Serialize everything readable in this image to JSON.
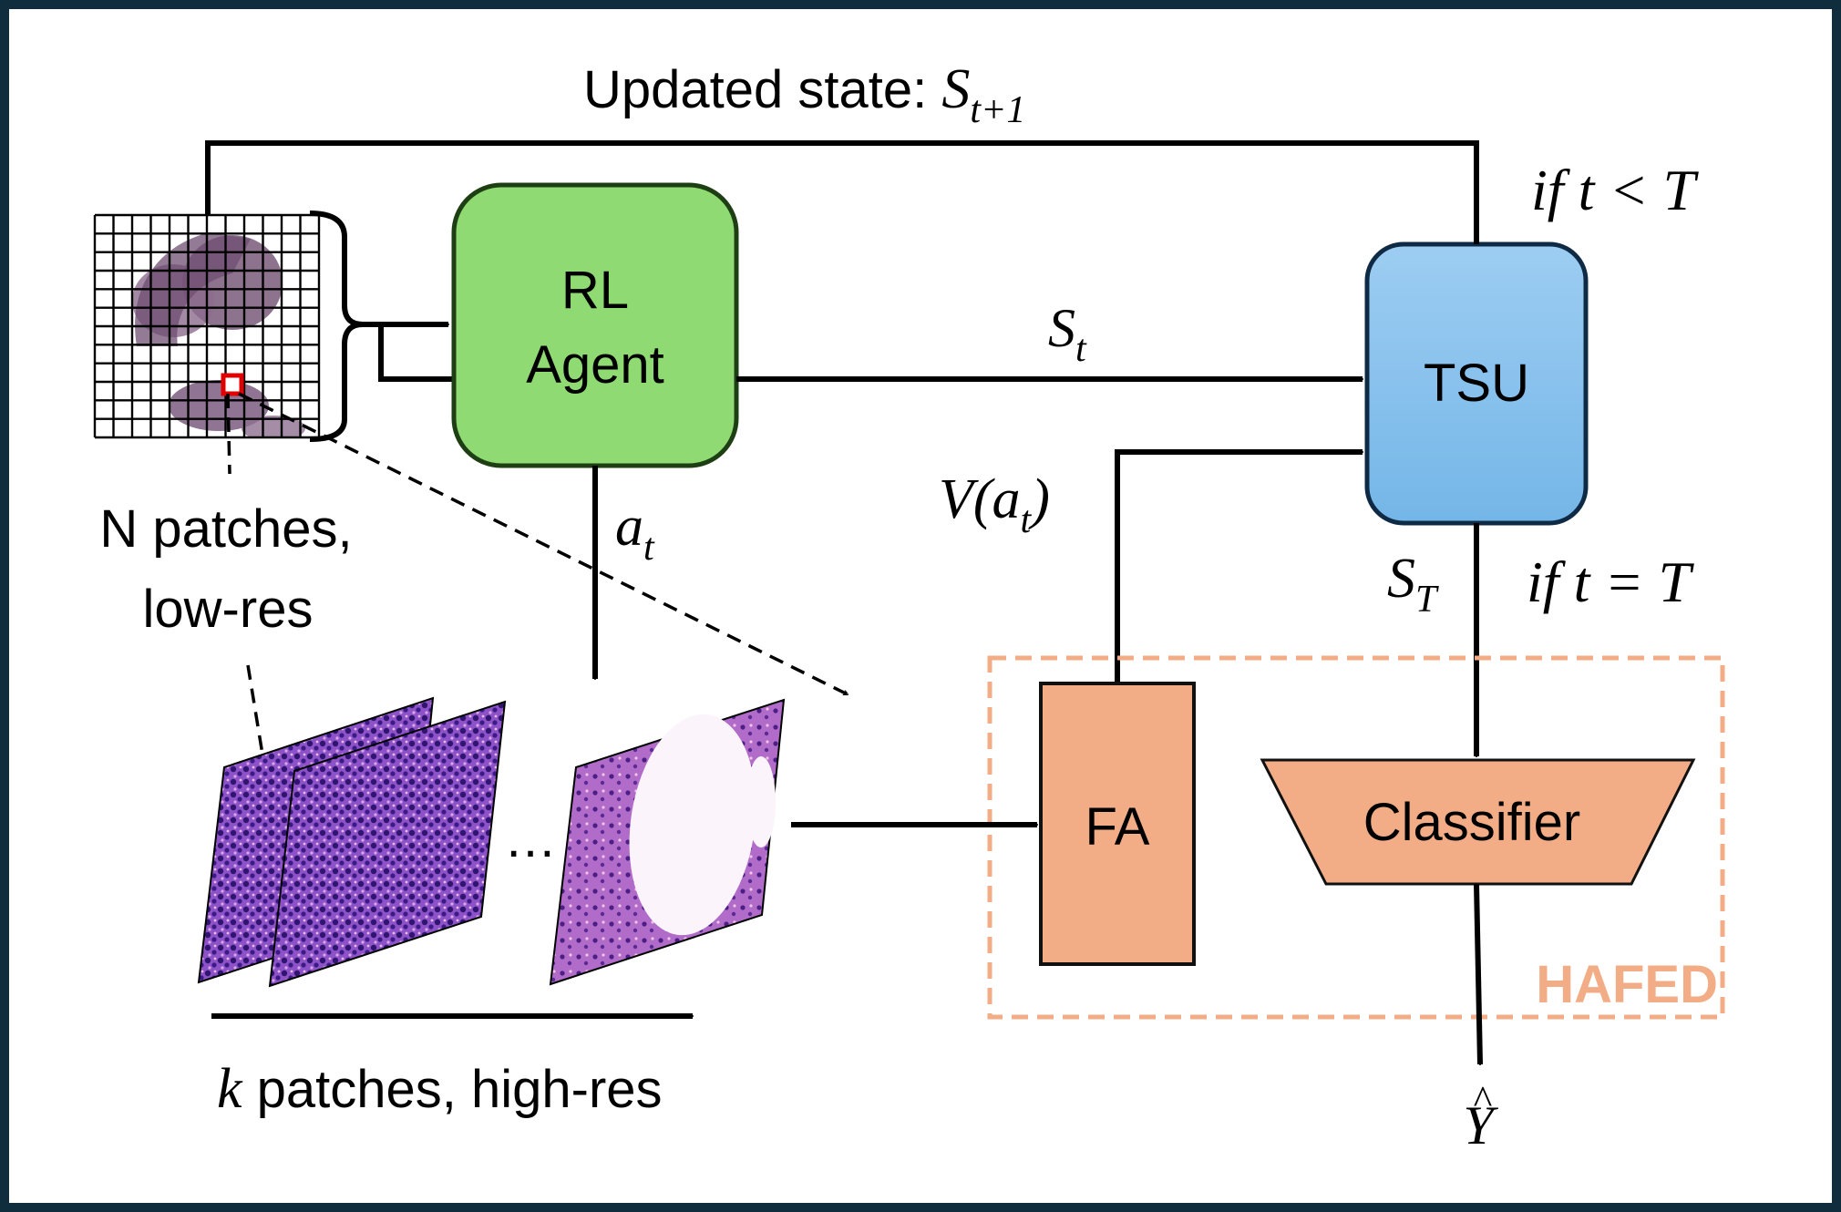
{
  "feedback": {
    "label": "Updated state: ",
    "state_symbol": "S",
    "state_subscript": "t+1",
    "condition": "if t < T"
  },
  "rl_agent": {
    "line1": "RL",
    "line2": "Agent"
  },
  "tsu": {
    "label": "TSU"
  },
  "state": {
    "symbol": "S",
    "subscript": "t"
  },
  "action": {
    "symbol": "a",
    "subscript": "t"
  },
  "value": {
    "prefix": "V(",
    "symbol": "a",
    "subscript": "t",
    "suffix": ")"
  },
  "final_state": {
    "symbol": "S",
    "subscript": "T",
    "condition": "if t = T"
  },
  "low_res": {
    "line1": "N patches,",
    "line2": "low-res"
  },
  "high_res": {
    "prefix": "k",
    "text": " patches, high-res"
  },
  "ellipsis": "…",
  "fa": {
    "label": "FA"
  },
  "classifier": {
    "label": "Classifier"
  },
  "hafed": {
    "label": "HAFED"
  },
  "output": {
    "symbol": "Y",
    "hat": "^"
  },
  "colors": {
    "rl_agent": "#8fda72",
    "tsu_top": "#9dcdf2",
    "tsu_bottom": "#74b6e8",
    "hafed": "#f2ad87",
    "highlight": "#e00000",
    "frame": "#0f2d3c"
  }
}
